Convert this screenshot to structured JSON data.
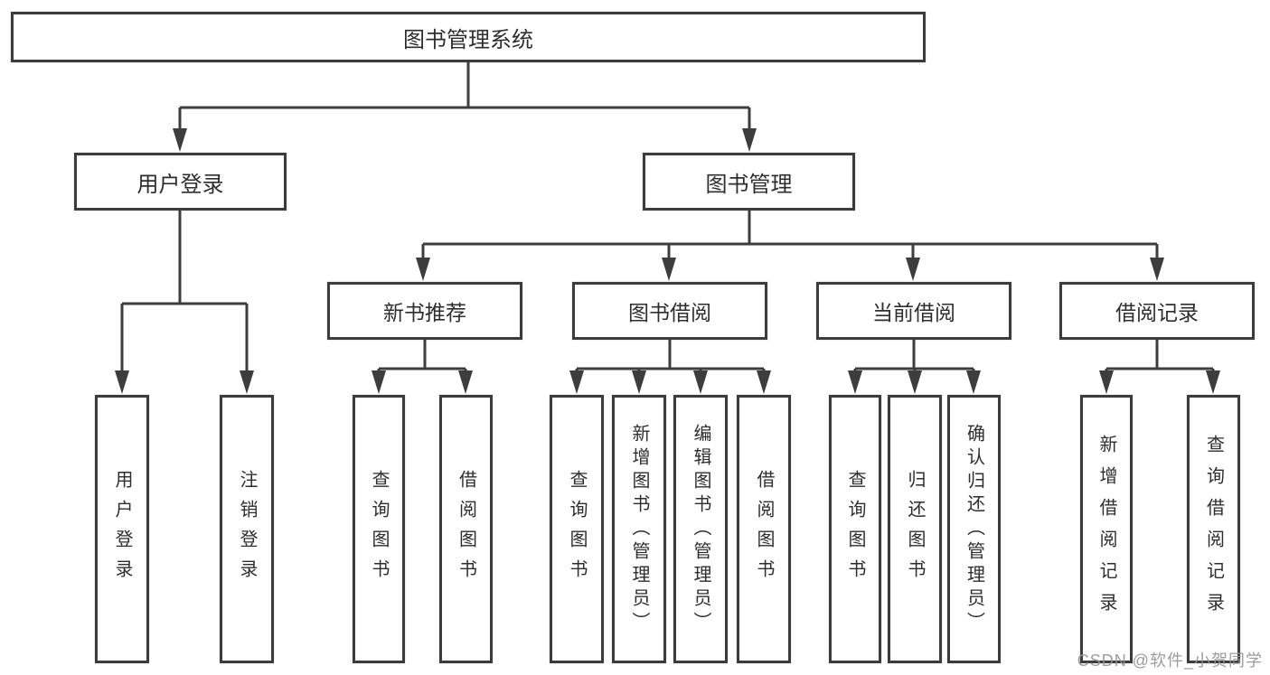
{
  "diagram": {
    "type": "hierarchy",
    "title": "图书管理系统",
    "children": [
      {
        "label": "用户登录",
        "children": [
          {
            "label": "用户登录"
          },
          {
            "label": "注销登录"
          }
        ]
      },
      {
        "label": "图书管理",
        "children": [
          {
            "label": "新书推荐",
            "children": [
              {
                "label": "查询图书"
              },
              {
                "label": "借阅图书"
              }
            ]
          },
          {
            "label": "图书借阅",
            "children": [
              {
                "label": "查询图书"
              },
              {
                "label": "新增图书（管理员）"
              },
              {
                "label": "编辑图书（管理员）"
              },
              {
                "label": "借阅图书"
              }
            ]
          },
          {
            "label": "当前借阅",
            "children": [
              {
                "label": "查询图书"
              },
              {
                "label": "归还图书"
              },
              {
                "label": "确认归还（管理员）"
              }
            ]
          },
          {
            "label": "借阅记录",
            "children": [
              {
                "label": "新增借阅记录"
              },
              {
                "label": "查询借阅记录"
              }
            ]
          }
        ]
      }
    ]
  },
  "watermark": {
    "text": "CSDN @软件_小贺同学"
  },
  "colors": {
    "line": "#3d3d3d",
    "border": "#3c3c3c",
    "text": "#2e2e2e",
    "watermark": "#949494",
    "background": "#ffffff"
  }
}
